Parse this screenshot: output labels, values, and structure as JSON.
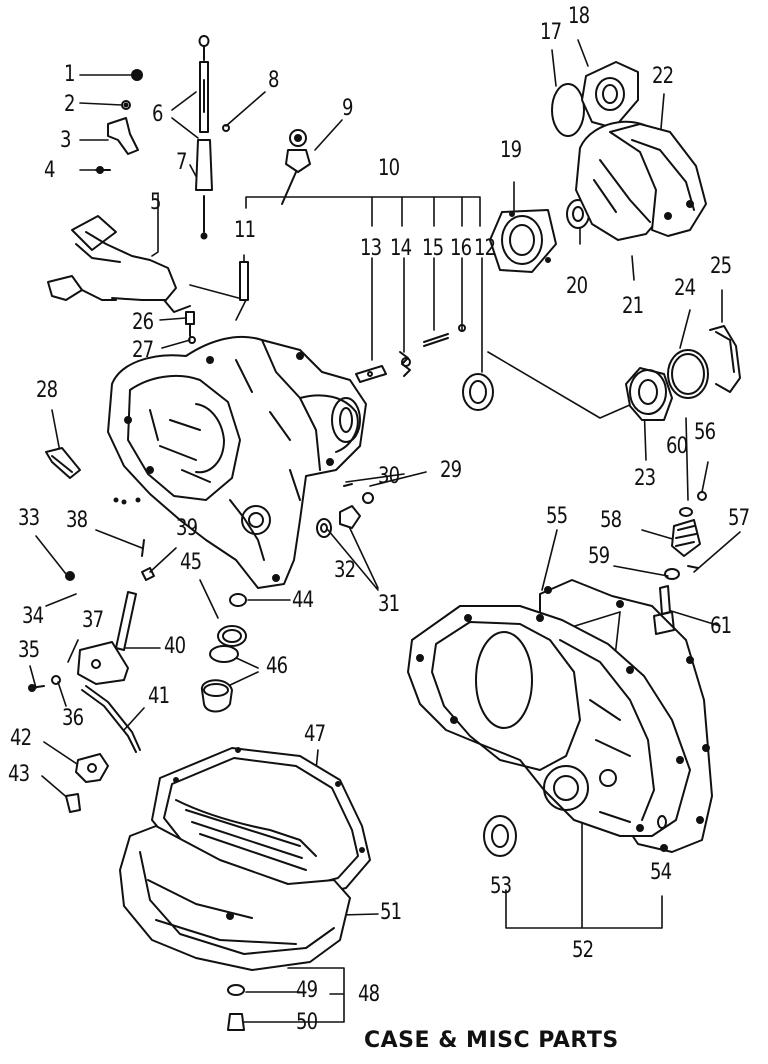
{
  "caption": "CASE & MISC PARTS",
  "callouts": [
    "1",
    "2",
    "3",
    "4",
    "5",
    "6",
    "7",
    "8",
    "9",
    "10",
    "11",
    "12",
    "13",
    "14",
    "15",
    "16",
    "17",
    "18",
    "19",
    "20",
    "21",
    "22",
    "23",
    "24",
    "25",
    "26",
    "27",
    "28",
    "29",
    "30",
    "31",
    "32",
    "33",
    "34",
    "35",
    "36",
    "37",
    "38",
    "39",
    "40",
    "41",
    "42",
    "43",
    "44",
    "45",
    "46",
    "47",
    "48",
    "49",
    "50",
    "51",
    "52",
    "53",
    "54",
    "55",
    "56",
    "57",
    "58",
    "59",
    "60",
    "61"
  ]
}
